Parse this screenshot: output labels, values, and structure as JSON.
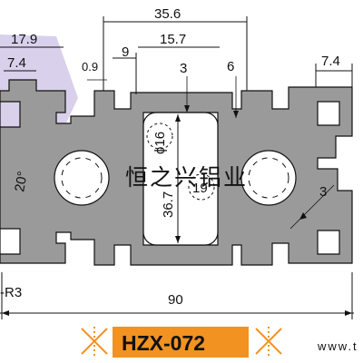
{
  "profile": {
    "model_code": "HZX-072",
    "watermark_text": "恒之兴铝业",
    "corner_text": "www.t",
    "fill_color": "#9a9a9a",
    "outline_color": "#111111",
    "slot_fill_color": "#ffffff",
    "watermark_color": "#8cc63e",
    "overlay_color": "#b9a9dc",
    "badge_color": "#f29220"
  },
  "dimensions": {
    "overall_width": "90",
    "center_span": "35.6",
    "center_height": "36.7",
    "inner_span": "15.7",
    "top_left_span": "17.9",
    "top_left_slot": "7.4",
    "top_right_slot": "7.4",
    "wall_thickness": "0.9",
    "slot_opening": "9",
    "slot_depth_center": "3",
    "slot_depth_right": "6",
    "side_wall": "3",
    "bore_diameter_label": "ϕ16",
    "hole_diameter": "19",
    "corner_angle": "20°",
    "corner_radius": "-R3"
  }
}
